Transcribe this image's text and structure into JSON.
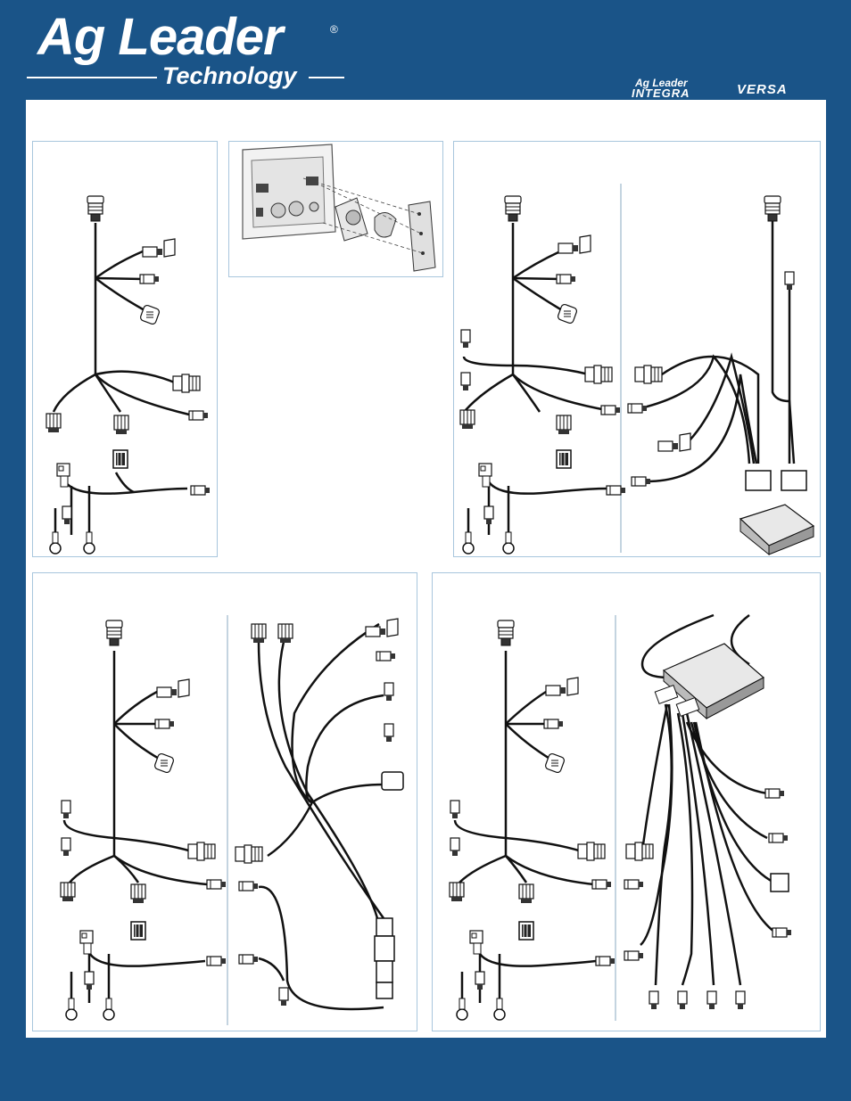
{
  "brand": {
    "logo_main": "Ag Leader",
    "logo_reg": "®",
    "logo_sub": "Technology",
    "integra_top": "Ag Leader",
    "integra_bottom": "INTEGRA",
    "versa": "VERSA"
  },
  "colors": {
    "background": "#1a5488",
    "sheet": "#ffffff",
    "panel_border": "#a8c6dd",
    "wire": "#111111"
  }
}
